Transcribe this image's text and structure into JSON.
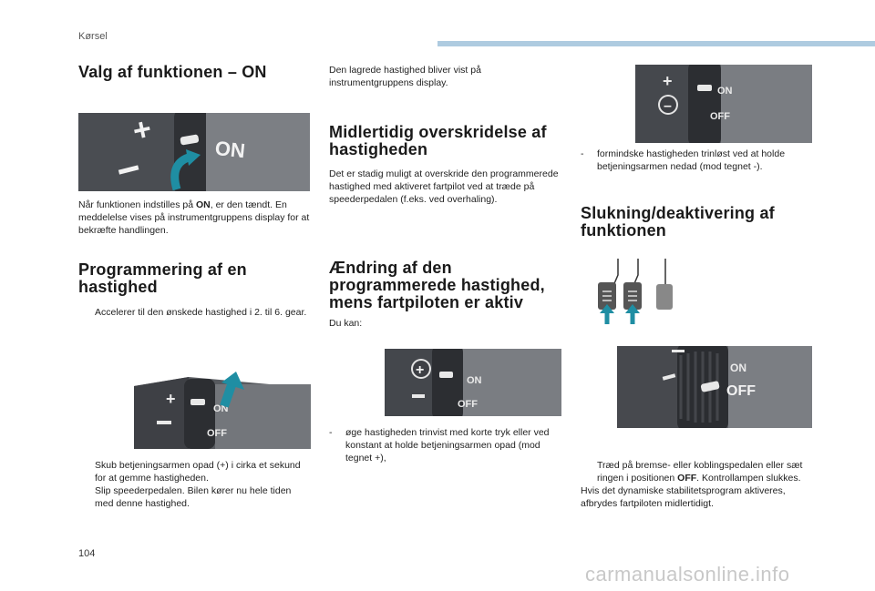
{
  "header": {
    "section": "Kørsel"
  },
  "footer": {
    "page_number": "104",
    "watermark": "carmanualsonline.info"
  },
  "col1": {
    "h_on": "Valg af funktionen – ON",
    "on_text_1": "Når funktionen indstilles på ",
    "on_text_bold": "ON",
    "on_text_2": ", er den tændt. En meddelelse vises på instrumentgruppens display for at bekræfte handlingen.",
    "h_prog": "Programmering af en hastighed",
    "prog_bullet_mark": "",
    "prog_bullet": "Accelerer til den ønskede hastighed i 2. til 6. gear.",
    "bullet2_mark": "",
    "bullet2": "Skub betjeningsarmen opad (+) i cirka et sekund for at gemme hastigheden.",
    "bullet3_mark": "",
    "bullet3": "Slip speederpedalen. Bilen kører nu hele tiden med denne hastighed.",
    "img_on_labels": {
      "plus": "+",
      "on": "ON"
    },
    "img_prog_labels": {
      "plus": "+",
      "on": "ON",
      "off": "OFF"
    }
  },
  "col2": {
    "saved_text": "Den lagrede hastighed bliver vist på instrumentgruppens display.",
    "h_over": "Midlertidig overskridelse af hastigheden",
    "over_text": "Det er stadig muligt at overskride den programmerede hastighed med aktiveret fartpilot ved at træde på speederpedalen (f.eks. ved overhaling).",
    "h_change": "Ændring af den programmerede hastighed, mens fartpiloten er aktiv",
    "du_kan": "Du kan:",
    "dash1_mark": "-",
    "dash1": "øge hastigheden trinvist med korte tryk eller ved konstant at holde betjeningsarmen opad (mod tegnet +),",
    "img_labels": {
      "plus": "+",
      "on": "ON",
      "off": "OFF"
    }
  },
  "col3": {
    "dash2_mark": "-",
    "dash2": "formindske hastigheden trinløst ved at holde betjeningsarmen nedad (mod tegnet -).",
    "h_off": "Slukning/deaktivering af funktionen",
    "off_bullet_mark": "",
    "off_bullet_1": "Træd på bremse- eller koblingspedalen eller sæt ringen i positionen ",
    "off_bullet_bold": "OFF",
    "off_bullet_2": ". Kontrollampen slukkes.",
    "off_text": "Hvis det dynamiske stabilitetsprogram aktiveres, afbrydes fartpiloten midlertidigt.",
    "img_minus_labels": {
      "minus": "–",
      "plus": "+",
      "on": "ON",
      "off": "OFF"
    },
    "img_off_labels": {
      "on": "ON",
      "off": "OFF"
    }
  },
  "colors": {
    "accent_blue": "#1f8ea3",
    "lever_dark": "#3a3c40",
    "bar": "#aecbe0"
  }
}
